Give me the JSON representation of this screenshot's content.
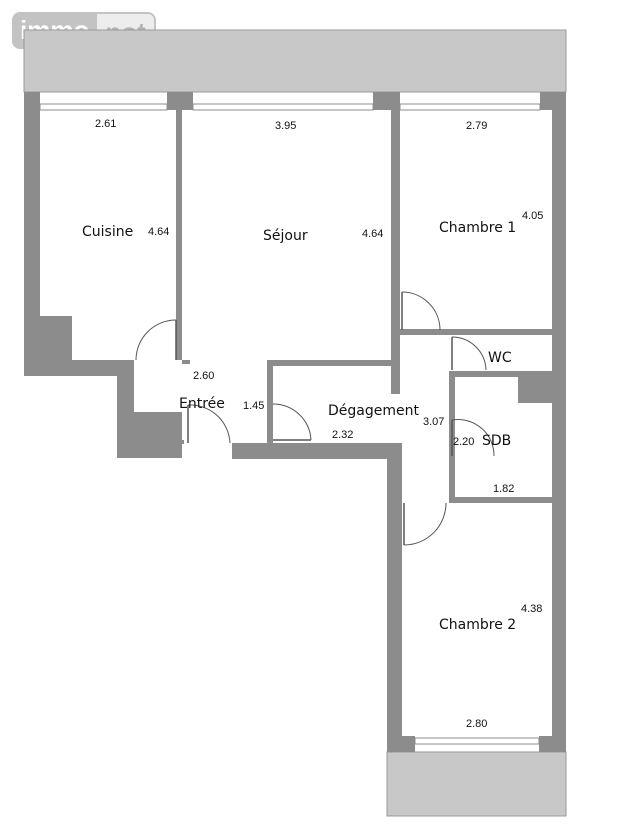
{
  "logo": {
    "part1": "immo",
    "part2": "not"
  },
  "rooms": {
    "cuisine": "Cuisine",
    "sejour": "Séjour",
    "chambre1": "Chambre 1",
    "wc": "WC",
    "entree": "Entrée",
    "degagement": "Dégagement",
    "sdb": "SDB",
    "chambre2": "Chambre 2"
  },
  "dimensions": {
    "cuisine_width": "2.61",
    "cuisine_length": "4.64",
    "sejour_width": "3.95",
    "sejour_length": "4.64",
    "chambre1_width": "2.79",
    "chambre1_length": "4.05",
    "entree_width": "2.60",
    "entree_length": "1.45",
    "degagement_width": "2.32",
    "degagement_length": "3.07",
    "sdb_width": "1.82",
    "sdb_length": "2.20",
    "chambre2_width": "2.80",
    "chambre2_length": "4.38"
  }
}
